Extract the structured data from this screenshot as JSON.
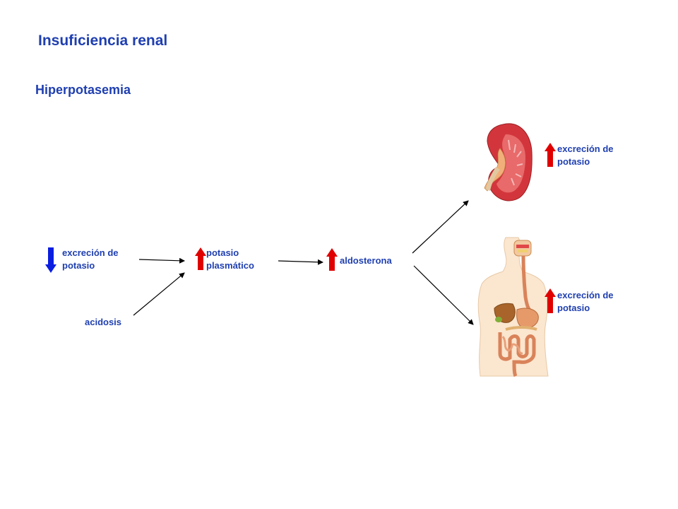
{
  "title": "Insuficiencia renal",
  "subtitle": "Hiperpotasemia",
  "nodes": {
    "excretion_left": {
      "line1": "excreción de",
      "line2": "potasio",
      "direction": "down"
    },
    "acidosis": {
      "text": "acidosis"
    },
    "plasma_potassium": {
      "line1": "potasio",
      "line2": "plasmático",
      "direction": "up"
    },
    "aldosterone": {
      "text": "aldosterona",
      "direction": "up"
    },
    "kidney_excretion": {
      "line1": "excreción de",
      "line2": "potasio",
      "direction": "up"
    },
    "gut_excretion": {
      "line1": "excreción de",
      "line2": "potasio",
      "direction": "up"
    }
  },
  "colors": {
    "text": "#1f3fb0",
    "increase_arrow": "#e00000",
    "decrease_arrow": "#0a1ee0",
    "connector": "#000000"
  },
  "icons": {
    "kidney": "kidney-illustration",
    "body": "digestive-system-illustration"
  }
}
